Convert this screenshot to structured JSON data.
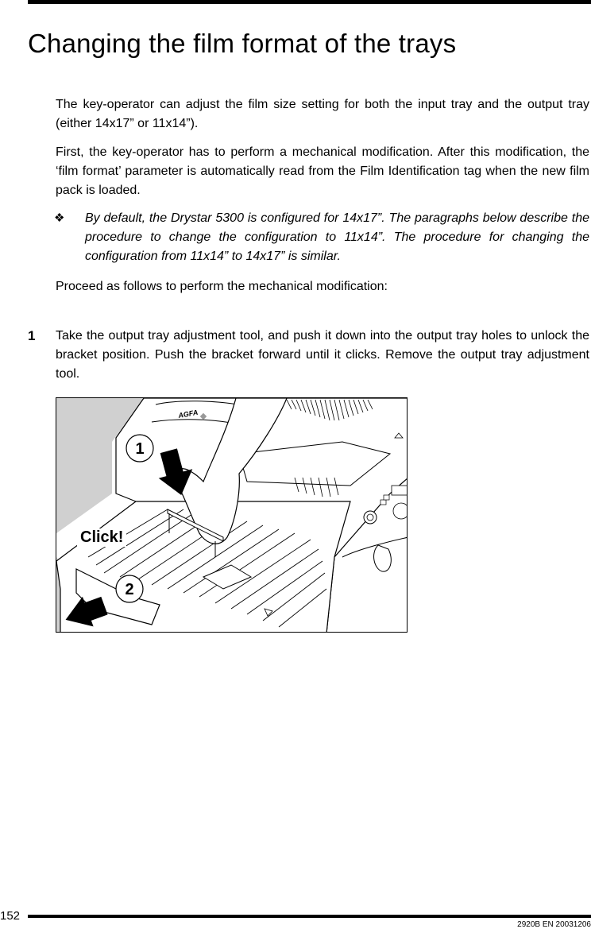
{
  "page": {
    "title": "Changing the film format of the trays",
    "paragraphs": [
      "The key-operator can adjust the film size setting for both the input tray and the output tray (either 14x17” or 11x14”).",
      "First, the key-operator has to perform a mechanical modification. After this modification, the ‘film format’ parameter is automatically read from the Film Identification tag when the new film pack is loaded."
    ],
    "note": {
      "icon": "diamond-bullet-icon",
      "icon_glyph": "❖",
      "text": "By default, the Drystar 5300 is configured for 14x17”. The paragraphs below describe the procedure to change the configuration to 11x14”. The procedure for changing the configuration from 11x14” to 14x17” is similar."
    },
    "intro": "Proceed as follows to perform the mechanical modification:",
    "steps": [
      {
        "number": "1",
        "text": "Take the output tray adjustment tool, and push it down into the output tray holes to unlock the bracket position. Push the bracket forward until it clicks. Remove the output tray adjustment tool."
      }
    ],
    "figure": {
      "callout_1": "1",
      "callout_2": "2",
      "click_label": "Click!",
      "brand_label": "AGFA",
      "background_color": "#d0d0d0"
    }
  },
  "footer": {
    "page_number": "152",
    "doc_id": "2920B EN 20031206"
  }
}
